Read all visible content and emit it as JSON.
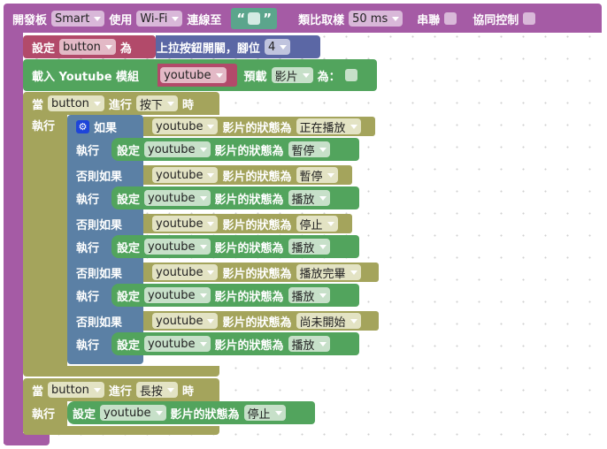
{
  "board": {
    "label_board": "開發板",
    "board_value": "Smart",
    "label_use": "使用",
    "conn_value": "Wi-Fi",
    "label_connect": "連線至",
    "quote_open": "“",
    "quote_close": "”",
    "label_sampling": "類比取樣",
    "sampling_value": "50 ms",
    "label_serial": "串聯",
    "label_coop": "協同控制"
  },
  "set_button": {
    "label_set": "設定",
    "var": "button",
    "label_as": "為",
    "label_pullup": "上拉按鈕開關，腳位",
    "pin": "4"
  },
  "load_youtube": {
    "label_load": "載入 Youtube 模組",
    "var": "youtube",
    "label_preload": "預載",
    "preload_value": "影片",
    "label_as": "為："
  },
  "event_press": {
    "label_when": "當",
    "var": "button",
    "label_do_action": "進行",
    "action": "按下",
    "label_time": "時",
    "label_exec": "執行"
  },
  "if_block": {
    "label_if": "如果",
    "label_elseif": "否則如果",
    "label_exec": "執行",
    "label_set": "設定",
    "label_state_is": "影片的狀態為",
    "branches": [
      {
        "cond_var": "youtube",
        "cond_state": "正在播放",
        "set_var": "youtube",
        "set_state": "暫停"
      },
      {
        "cond_var": "youtube",
        "cond_state": "暫停",
        "set_var": "youtube",
        "set_state": "播放"
      },
      {
        "cond_var": "youtube",
        "cond_state": "停止",
        "set_var": "youtube",
        "set_state": "播放"
      },
      {
        "cond_var": "youtube",
        "cond_state": "播放完畢",
        "set_var": "youtube",
        "set_state": "播放"
      },
      {
        "cond_var": "youtube",
        "cond_state": "尚未開始",
        "set_var": "youtube",
        "set_state": "播放"
      }
    ]
  },
  "event_longpress": {
    "label_when": "當",
    "var": "button",
    "label_do_action": "進行",
    "action": "長按",
    "label_time": "時",
    "label_exec": "執行",
    "label_set": "設定",
    "set_var": "youtube",
    "label_state_is": "影片的狀態為",
    "set_state": "停止"
  },
  "colors": {
    "board": "#a55ba5",
    "variable": "#b24a6a",
    "pin_block": "#5b67a5",
    "youtube": "#52a45d",
    "event": "#a4a45c",
    "logic": "#5b80a5",
    "text": "#5ba58c"
  }
}
